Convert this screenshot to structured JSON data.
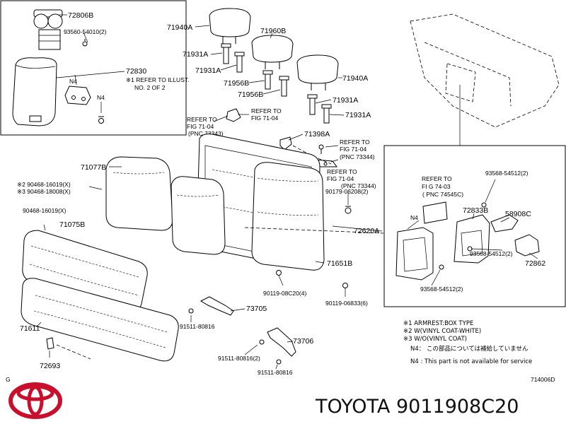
{
  "labels": {
    "armrest_cap": "72806B",
    "armrest_screw": "93560-54010(2)",
    "armrest": "72830",
    "armrest_note1": "※1 REFER TO ILLUST.",
    "armrest_note2": "NO. 2 OF 2",
    "n4_a": "N4",
    "n4_b": "N4",
    "headrest_l": "71940A",
    "headrest_c": "71960B",
    "headrest_r": "71940A",
    "support_1": "71931A",
    "support_2": "71931A",
    "support_3": "71956B",
    "support_4": "71956B",
    "support_5": "71931A",
    "support_6": "71931A",
    "refer_fig_l1": "REFER TO",
    "refer_fig_l2": "FIG 71-04",
    "refer_fig_l3": "(PNC 73343)",
    "refer_fig_m1": "REFER TO",
    "refer_fig_m2": "FIG 71-04",
    "clip": "71398A",
    "refer_fig_r1": "REFER TO",
    "refer_fig_r2": "FIG 71-04",
    "refer_fig_r3": "(PNC 73344)",
    "back_assy": "71077B",
    "pad_note2": "※2  90468-16019(X)",
    "pad_note3": "※3  90468-18008(X)",
    "pad_clip": "90468-16019(X)",
    "cushion": "71075B",
    "cushion_frame": "71611",
    "hook": "72693",
    "bolt_a": "90179-06208(2)",
    "back_frame": "72620A",
    "cover": "71651B",
    "bolt_b": "90119-08C20(4)",
    "bolt_c": "90119-06833(6)",
    "belt_l": "73705",
    "belt_l_bolt": "91511-80816",
    "belt_r": "73706",
    "belt_r_bolt1": "91511-80816(2)",
    "belt_r_bolt2": "91511-80816",
    "inset_refer1": "REFER TO",
    "inset_refer2": "FI G 74-03",
    "inset_refer3": "( PNC 74545C)",
    "inset_n4": "N4",
    "inset_screw_top": "93568-54512(2)",
    "inset_lid": "72833B",
    "inset_cup": "58908C",
    "inset_screw_mid": "93568-54512(2)",
    "inset_hinge": "72862",
    "inset_screw_bot": "93568-54512(2)",
    "footnote1": "※1  ARMREST:BOX TYPE",
    "footnote2": "※2  W(VINYL COAT-WHITE)",
    "footnote3": "※3  W/O(VINYL COAT)",
    "n4_jp": "N4：  この部品については補給していません",
    "n4_en": "N4 :   This part is not available for service",
    "corner_g": "G",
    "diagram_id": "714006D",
    "brand_caption": "TOYOTA 9011908C20"
  },
  "colors": {
    "logo_red": "#c8102e",
    "line": "#000000"
  }
}
